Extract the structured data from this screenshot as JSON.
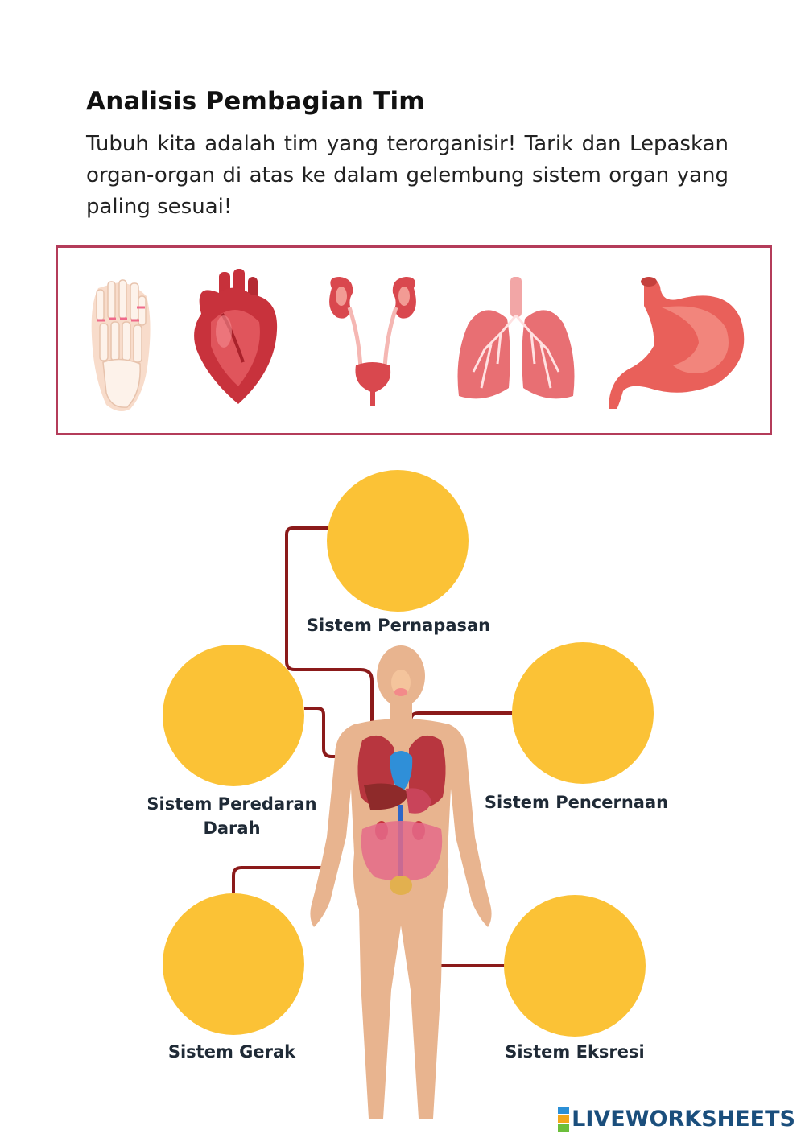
{
  "heading": "Analisis Pembagian Tim",
  "instructions": "Tubuh kita adalah tim yang terorganisir! Tarik dan Lepaskan organ-organ di atas ke dalam gelembung sistem organ yang paling sesuai!",
  "organs": [
    "foot-bones",
    "heart",
    "kidneys-and-bladder",
    "lungs",
    "stomach"
  ],
  "systems": {
    "pernapasan": "Sistem Pernapasan",
    "peredaran": "Sistem Peredaran Darah",
    "pencernaan": "Sistem Pencernaan",
    "gerak": "Sistem Gerak",
    "ekskresi": "Sistem Eksresi"
  },
  "brand": "LIVEWORKSHEETS",
  "colors": {
    "bubble": "#fbc236",
    "frame": "#b43c5a",
    "connector": "#8b1a1a",
    "skin": "#e8b48f",
    "label": "#1f2a36"
  }
}
